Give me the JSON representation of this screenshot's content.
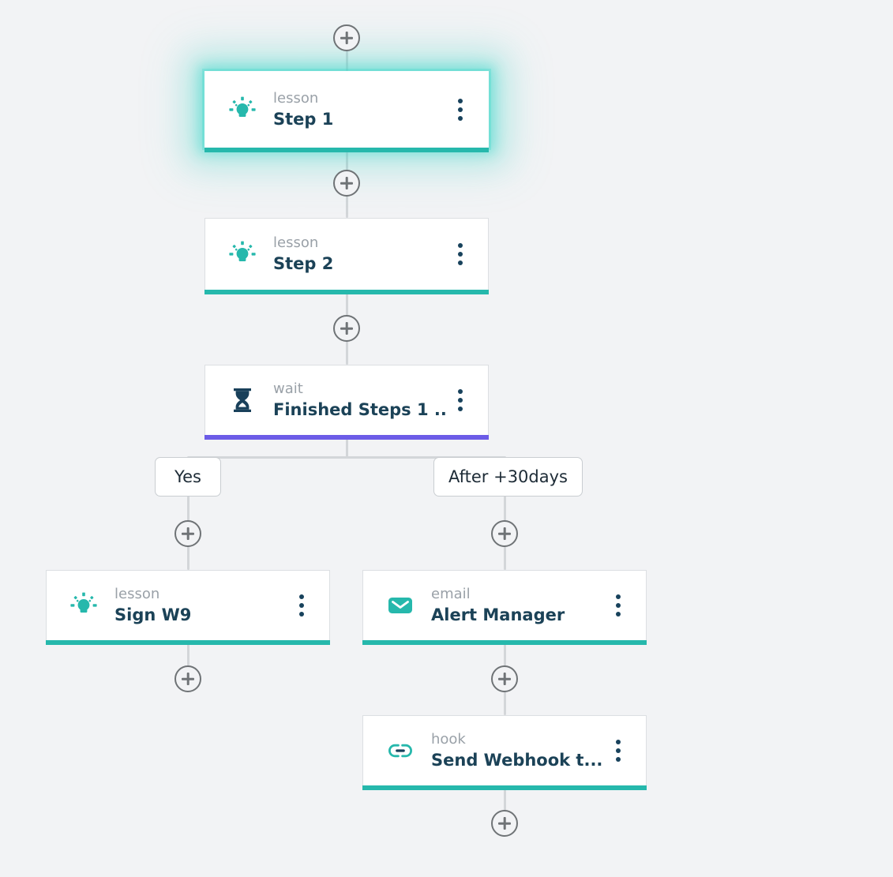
{
  "canvas": {
    "background": "#f2f3f5",
    "line_color": "#d3d6d9"
  },
  "colors": {
    "accent_teal": "#26b8ac",
    "accent_purple": "#6c5ce7",
    "title_navy": "#1b4257",
    "kind_gray": "#9aa1a8",
    "glow_teal": "#40d6ca"
  },
  "nodes": [
    {
      "id": "step-1",
      "kind": "lesson",
      "title": "Step 1",
      "icon": "lightbulb-icon",
      "accent": "#26b8ac",
      "selected": true,
      "menu": "kebab-menu-icon"
    },
    {
      "id": "step-2",
      "kind": "lesson",
      "title": "Step 2",
      "icon": "lightbulb-icon",
      "accent": "#26b8ac",
      "selected": false,
      "menu": "kebab-menu-icon"
    },
    {
      "id": "wait-finished-steps",
      "kind": "wait",
      "title": "Finished Steps 1 ...",
      "icon": "hourglass-icon",
      "accent": "#6c5ce7",
      "selected": false,
      "menu": "kebab-menu-icon"
    },
    {
      "id": "sign-w9",
      "kind": "lesson",
      "title": "Sign W9",
      "icon": "lightbulb-icon",
      "accent": "#26b8ac",
      "selected": false,
      "menu": "kebab-menu-icon"
    },
    {
      "id": "alert-manager",
      "kind": "email",
      "title": "Alert Manager",
      "icon": "envelope-icon",
      "accent": "#26b8ac",
      "selected": false,
      "menu": "kebab-menu-icon"
    },
    {
      "id": "send-webhook",
      "kind": "hook",
      "title": "Send Webhook t...",
      "icon": "link-icon",
      "accent": "#26b8ac",
      "selected": false,
      "menu": "kebab-menu-icon"
    }
  ],
  "branches": [
    {
      "id": "branch-yes",
      "label": "Yes"
    },
    {
      "id": "branch-after-30days",
      "label": "After +30days"
    }
  ],
  "add_buttons": [
    {
      "id": "add-above-step-1"
    },
    {
      "id": "add-between-step-1-step-2"
    },
    {
      "id": "add-between-step-2-wait"
    },
    {
      "id": "add-branch-yes"
    },
    {
      "id": "add-branch-after-30days"
    },
    {
      "id": "add-after-sign-w9"
    },
    {
      "id": "add-after-alert-manager"
    },
    {
      "id": "add-after-send-webhook"
    }
  ]
}
